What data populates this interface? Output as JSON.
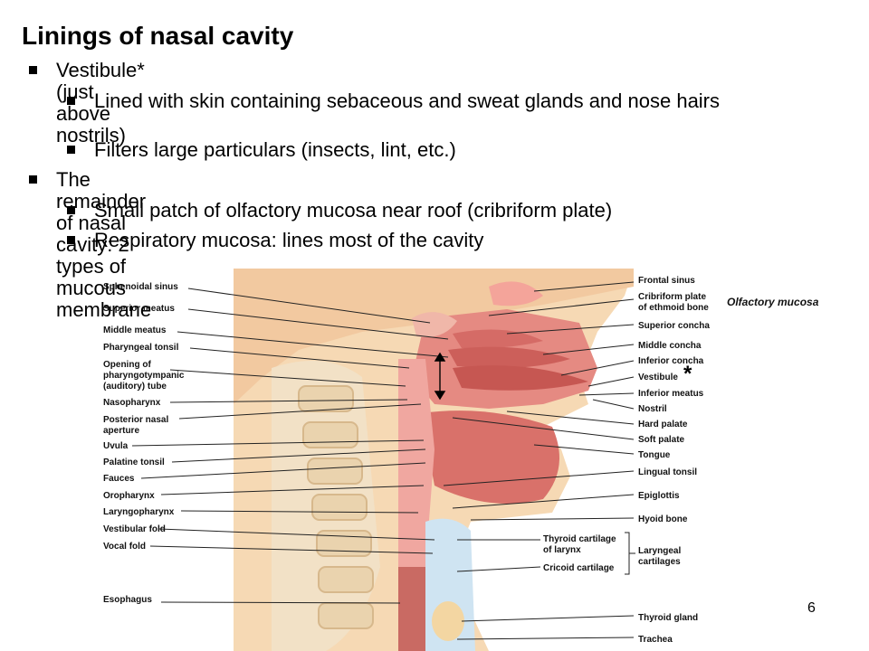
{
  "slide": {
    "title": "Linings of nasal cavity",
    "bullets": [
      {
        "level": 1,
        "text": "Vestibule* (just above nostrils)"
      },
      {
        "level": 2,
        "text": "Lined with skin containing sebaceous and sweat glands and nose hairs"
      },
      {
        "level": 2,
        "text": "Filters large particulars (insects, lint, etc.)"
      },
      {
        "level": 1,
        "text": "The remainder of nasal cavity: 2 types of mucous membrane"
      },
      {
        "level": 2,
        "text": "Small patch of olfactory mucosa near roof (cribriform plate)"
      },
      {
        "level": 2,
        "text": "Respiratory mucosa: lines most of the cavity"
      }
    ],
    "page_number": "6"
  },
  "figure": {
    "left_labels": [
      "Sphenoidal sinus",
      "Superior meatus",
      "Middle meatus",
      "Pharyngeal tonsil",
      "Opening of",
      "pharyngotympanic",
      "(auditory) tube",
      "Nasopharynx",
      "Posterior nasal",
      "aperture",
      "Uvula",
      "Palatine tonsil",
      "Fauces",
      "Oropharynx",
      "Laryngopharynx",
      "Vestibular fold",
      "Vocal fold",
      "Esophagus"
    ],
    "right_labels": [
      "Frontal sinus",
      "Cribriform plate",
      "of ethmoid bone",
      "Superior concha",
      "Middle concha",
      "Inferior concha",
      "Vestibule",
      "Inferior meatus",
      "Nostril",
      "Hard palate",
      "Soft palate",
      "Tongue",
      "Lingual tonsil",
      "Epiglottis",
      "Hyoid bone",
      "Thyroid cartilage",
      "of larynx",
      "Cricoid cartilage",
      "Laryngeal",
      "cartilages",
      "Thyroid gland",
      "Trachea"
    ],
    "olfactory_label": "Olfactory mucosa",
    "asterisk": "*"
  }
}
